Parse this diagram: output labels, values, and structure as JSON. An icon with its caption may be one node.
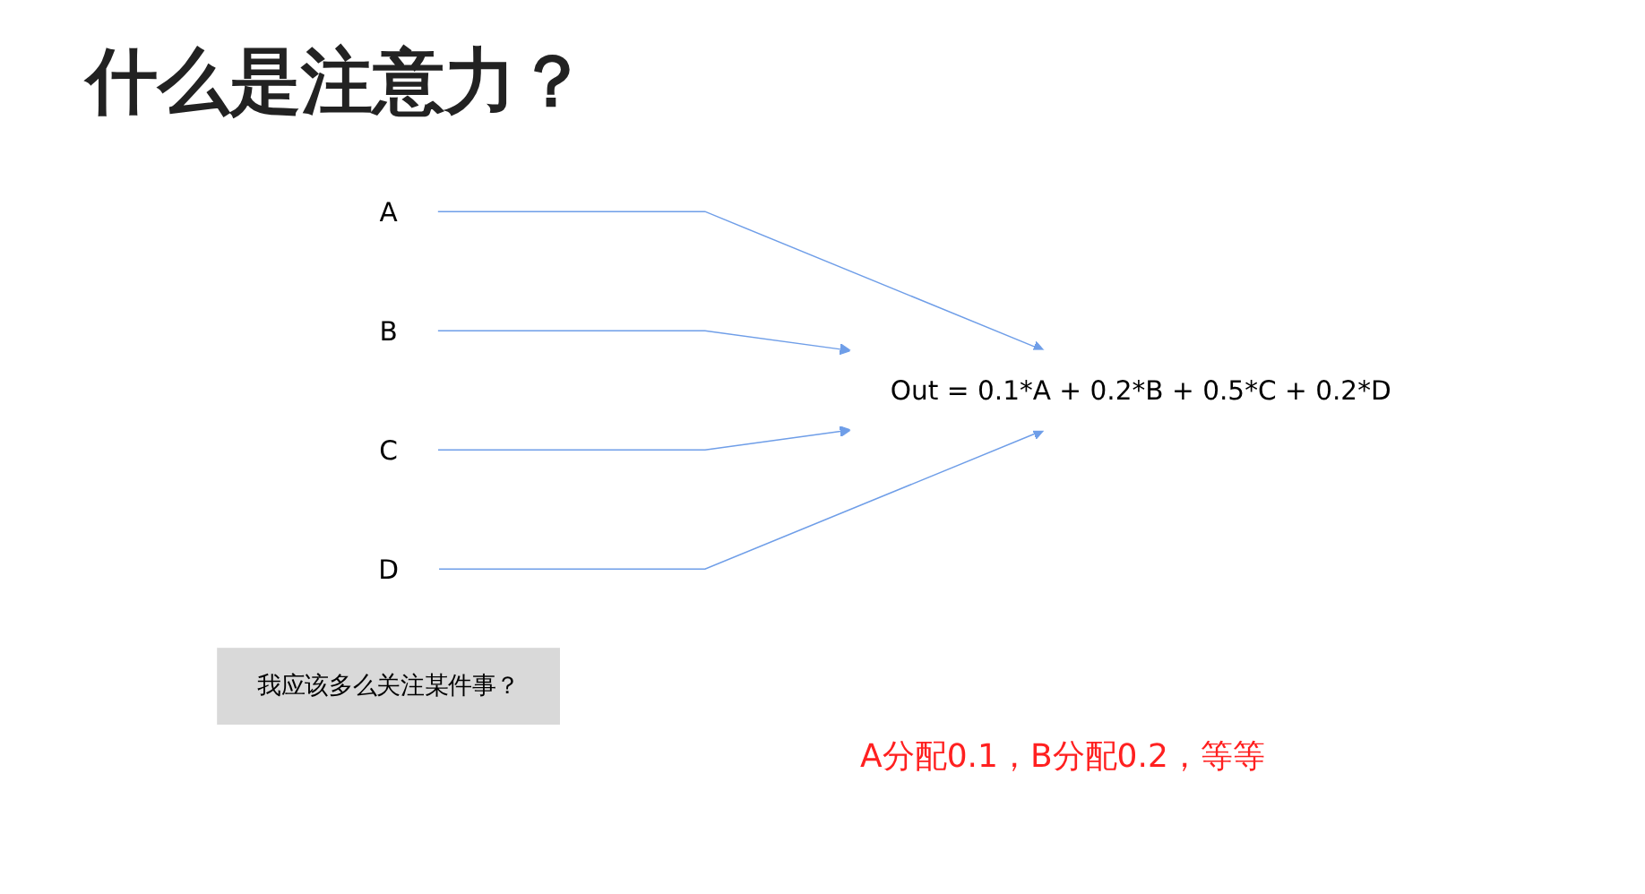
{
  "diagram": {
    "title": "什么是注意力？",
    "nodes": [
      {
        "text": [
          "A"
        ]
      },
      {
        "text": [
          "B"
        ]
      },
      {
        "text": [
          "C"
        ]
      },
      {
        "text": [
          "D"
        ]
      },
      {
        "text": [
          "我应该多么关注某件事？"
        ]
      },
      {
        "text": [
          "Out = 0.1*A + 0.2*B + 0.5*C + 0.2*D"
        ]
      }
    ],
    "edges": [
      {
        "from": 0,
        "to": 5,
        "arrow": "to"
      },
      {
        "from": 1,
        "to": 5,
        "arrow": "to"
      },
      {
        "from": 2,
        "to": 5,
        "arrow": "to"
      },
      {
        "from": 3,
        "to": 5,
        "arrow": "to"
      }
    ],
    "labels": [
      "A分配0.1，B分配0.2，等等"
    ]
  }
}
